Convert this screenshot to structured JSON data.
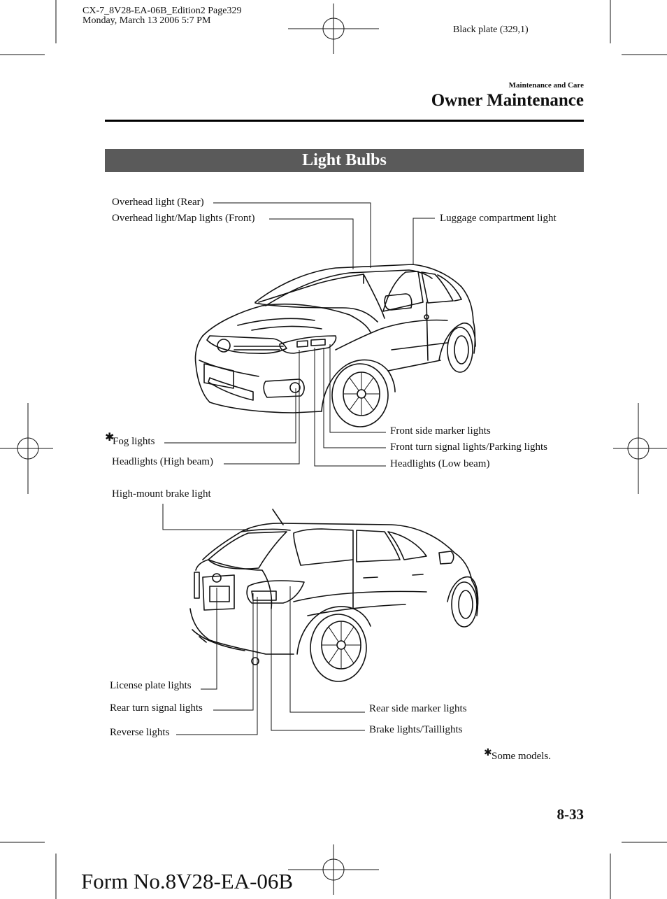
{
  "header": {
    "file_line": "CX-7_8V28-EA-06B_Edition2 Page329",
    "date_line": "Monday, March 13 2006 5:7 PM",
    "plate": "Black plate (329,1)",
    "section": "Maintenance and Care",
    "title": "Owner Maintenance"
  },
  "banner": "Light Bulbs",
  "front_labels": {
    "overhead_rear": "Overhead light (Rear)",
    "overhead_front": "Overhead light/Map lights (Front)",
    "luggage": "Luggage compartment light",
    "fog_mark": "✱",
    "fog": "Fog lights",
    "headlights_high": "Headlights (High beam)",
    "front_side_marker": "Front side marker lights",
    "front_turn": "Front turn signal lights/Parking lights",
    "headlights_low": "Headlights (Low beam)"
  },
  "rear_labels": {
    "high_mount": "High-mount brake light",
    "license": "License plate lights",
    "rear_turn": "Rear turn signal lights",
    "reverse": "Reverse lights",
    "rear_side_marker": "Rear side marker lights",
    "brake_tail": "Brake lights/Taillights"
  },
  "footnote": {
    "mark": "✱",
    "text": "Some models."
  },
  "page_number": "8-33",
  "form_number": "Form No.8V28-EA-06B"
}
